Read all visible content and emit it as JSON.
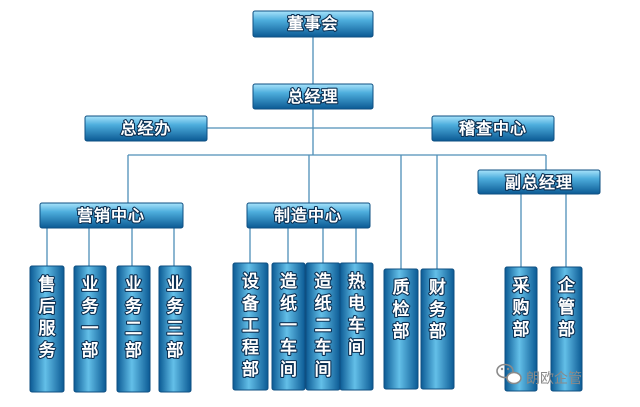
{
  "title": "董事会",
  "gm": "总经理",
  "office": "总经办",
  "audit": "稽查中心",
  "vice_gm": "副总经理",
  "marketing": {
    "label": "营销中心",
    "departments": [
      "售后服务",
      "业务一部",
      "业务二部",
      "业务三部"
    ]
  },
  "manufacturing": {
    "label": "制造中心",
    "departments": [
      "设备工程部",
      "造纸一车间",
      "造纸二车间",
      "热电车间"
    ]
  },
  "quality": "质检部",
  "finance": "财务部",
  "vice_departments": [
    "采购部",
    "企管部"
  ],
  "watermark": "朗欧企管",
  "colors": {
    "box_top": "#7fd0f4",
    "box_bottom": "#0d5d97",
    "line": "#4f8fb8"
  },
  "icons": {
    "watermark": "wechat-icon"
  }
}
